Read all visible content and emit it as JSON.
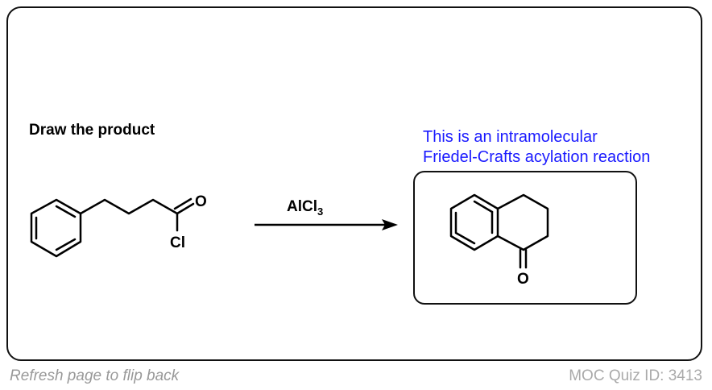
{
  "card": {
    "prompt": "Draw the product",
    "reagent": {
      "main": "AlCl",
      "subscript": "3"
    },
    "reactant_labels": {
      "oxygen": "O",
      "chlorine": "Cl"
    },
    "answer": {
      "hint_line1": "This is an intramolecular",
      "hint_line2": "Friedel-Crafts acylation reaction",
      "oxygen": "O"
    }
  },
  "footer": {
    "flip_hint": "Refresh page to flip back",
    "quiz_id": "MOC Quiz ID: 3413"
  },
  "colors": {
    "hint": "#1a1aff",
    "footer": "#999999"
  }
}
